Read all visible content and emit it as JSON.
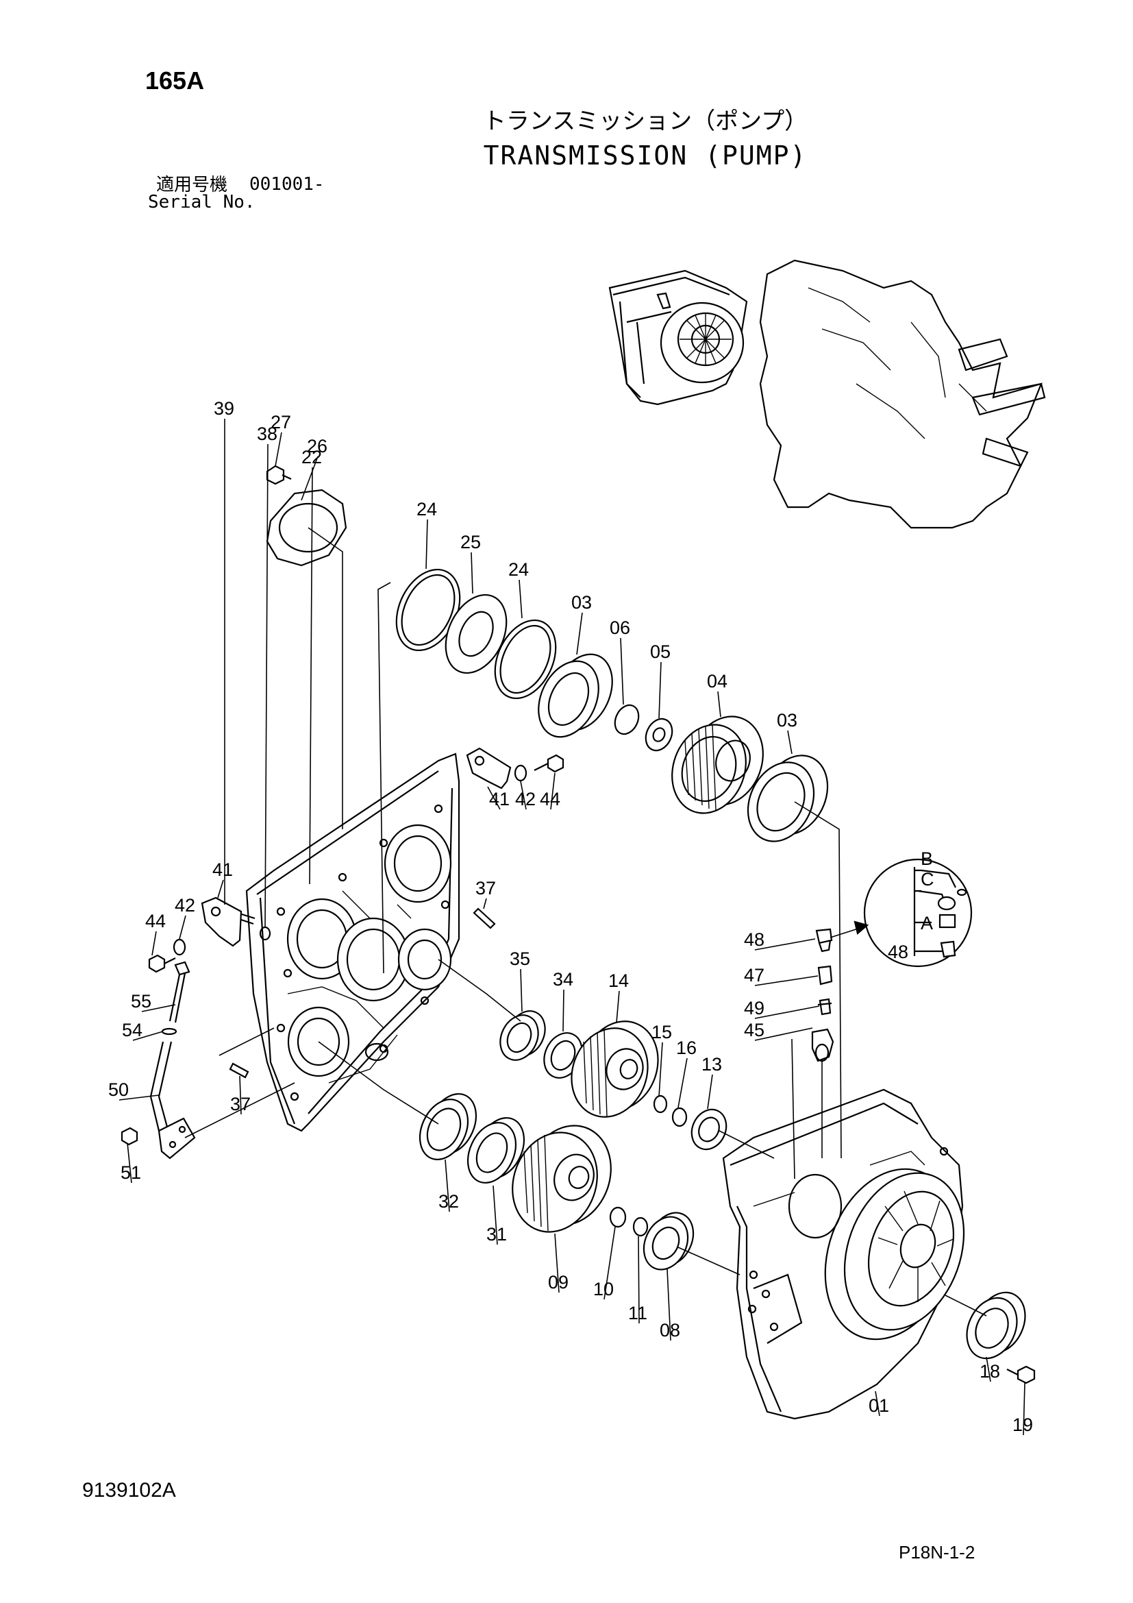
{
  "header": {
    "page_number": "165A",
    "title_jp": "トランスミッション（ポンプ）",
    "title_en": "TRANSMISSION (PUMP)",
    "serial_label_jp": "適用号機",
    "serial_value": "001001-",
    "serial_label_en": "Serial No."
  },
  "footer": {
    "drawing_number": "9139102A",
    "sheet_ref": "P18N-1-2"
  },
  "callouts": [
    "27",
    "26",
    "24",
    "25",
    "24",
    "03",
    "06",
    "05",
    "04",
    "03",
    "39",
    "38",
    "22",
    "41",
    "42",
    "44",
    "37",
    "41",
    "42",
    "44",
    "55",
    "54",
    "50",
    "51",
    "37",
    "35",
    "34",
    "14",
    "15",
    "16",
    "13",
    "48",
    "47",
    "49",
    "45",
    "32",
    "31",
    "09",
    "10",
    "11",
    "08",
    "01",
    "18",
    "19"
  ],
  "detail_callouts": [
    "B",
    "C",
    "A",
    "48"
  ]
}
